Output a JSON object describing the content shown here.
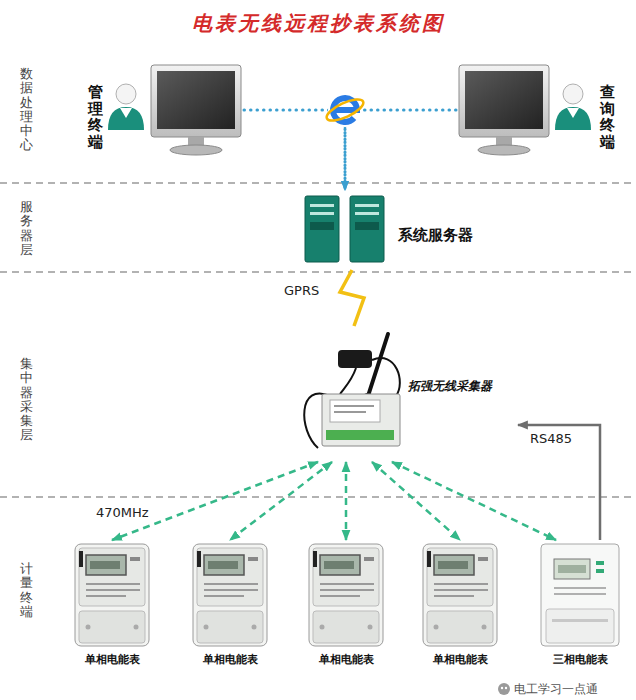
{
  "diagram": {
    "title": "电表无线远程抄表系统图",
    "nodes": [
      {
        "text": [
          "管理终端"
        ]
      },
      {
        "text": [
          "查询终端"
        ]
      },
      {
        "text": [
          "系统服务器"
        ]
      },
      {
        "text": [
          "拓强无线采集器"
        ]
      },
      {
        "text": [
          "单相电能表"
        ]
      },
      {
        "text": [
          "单相电能表"
        ]
      },
      {
        "text": [
          "单相电能表"
        ]
      },
      {
        "text": [
          "单相电能表"
        ]
      },
      {
        "text": [
          "三相电能表"
        ]
      }
    ],
    "edges": [
      {
        "from": 0,
        "to": 2,
        "arrow": "to"
      },
      {
        "from": 1,
        "to": 2,
        "arrow": "to"
      },
      {
        "from": 2,
        "to": 3,
        "label": "GPRS",
        "arrow": "none"
      },
      {
        "from": 3,
        "to": 4,
        "label": "470MHz",
        "arrow": "both"
      },
      {
        "from": 3,
        "to": 5,
        "arrow": "both"
      },
      {
        "from": 3,
        "to": 6,
        "arrow": "both"
      },
      {
        "from": 3,
        "to": 7,
        "arrow": "both"
      },
      {
        "from": 3,
        "to": 8,
        "arrow": "both"
      },
      {
        "from": 8,
        "to": 3,
        "label": "RS485",
        "arrow": "to"
      }
    ],
    "labels": [
      "数据处理中心",
      "服务器层",
      "集中器采集层",
      "计量终端",
      "电工学习一点通"
    ]
  }
}
